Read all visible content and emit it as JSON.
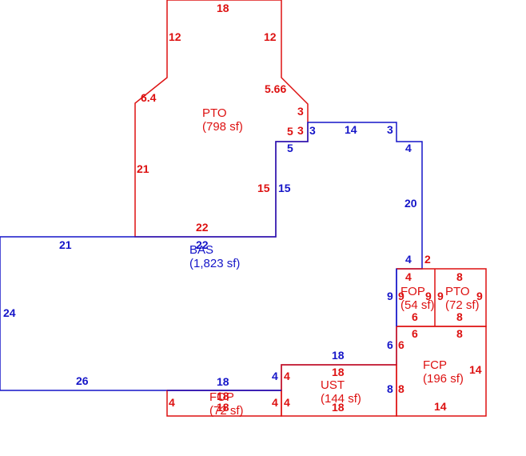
{
  "colors": {
    "red": "#dd1111",
    "blue": "#1515c8",
    "background": "#ffffff"
  },
  "areas": {
    "pto_top": {
      "name": "PTO",
      "size": "(798 sf)"
    },
    "bas": {
      "name": "BAS",
      "size": "(1,823 sf)"
    },
    "fop_right": {
      "name": "FOP",
      "size": "(54 sf)"
    },
    "pto_right": {
      "name": "PTO",
      "size": "(72 sf)"
    },
    "fcp": {
      "name": "FCP",
      "size": "(196 sf)"
    },
    "ust": {
      "name": "UST",
      "size": "(144 sf)"
    },
    "fop_bottom": {
      "name": "FOP",
      "size": "(72 sf)"
    }
  },
  "dims": {
    "pto_top": "18",
    "pto_left_upper": "12",
    "pto_right_upper": "12",
    "pto_left_diag": "6.4",
    "pto_right_diag": "5.66",
    "pto_left": "21",
    "pto_bottom": "22",
    "pto_r3": "3",
    "pto_r5": "5",
    "pto_r3b": "3",
    "pto_inner": "15",
    "bas_top_left": "21",
    "bas_top_mid": "22",
    "bas_inner": "15",
    "bas_step5": "5",
    "bas_step3a": "3",
    "bas_top_14": "14",
    "bas_step3b": "3",
    "bas_step4": "4",
    "bas_right_20": "20",
    "bas_right_4": "4",
    "bas_fop_9": "9",
    "bas_right_6": "6",
    "bas_left_24": "24",
    "bas_bottom_26": "26",
    "bas_bottom_18": "18",
    "bas_step4b": "4",
    "bas_ust_18": "18",
    "bas_right_8": "8",
    "fop_r_top": "4",
    "fop_r_left": "9",
    "fop_r_right": "9",
    "fop_r_bottom": "6",
    "pto_r_left": "9",
    "pto_r_top": "8",
    "pto_r_right": "9",
    "pto_r_bottom": "8",
    "pto_r_2": "2",
    "fcp_top_6": "6",
    "fcp_top_8": "8",
    "fcp_left_6": "6",
    "fcp_right_14": "14",
    "fcp_bottom_14": "14",
    "fcp_left_8": "8",
    "ust_top": "18",
    "ust_left": "4",
    "ust_left_b": "4",
    "ust_bottom": "18",
    "fop_b_left": "4",
    "fop_b_top": "18",
    "fop_b_bottom": "18",
    "fop_b_right": "4"
  }
}
